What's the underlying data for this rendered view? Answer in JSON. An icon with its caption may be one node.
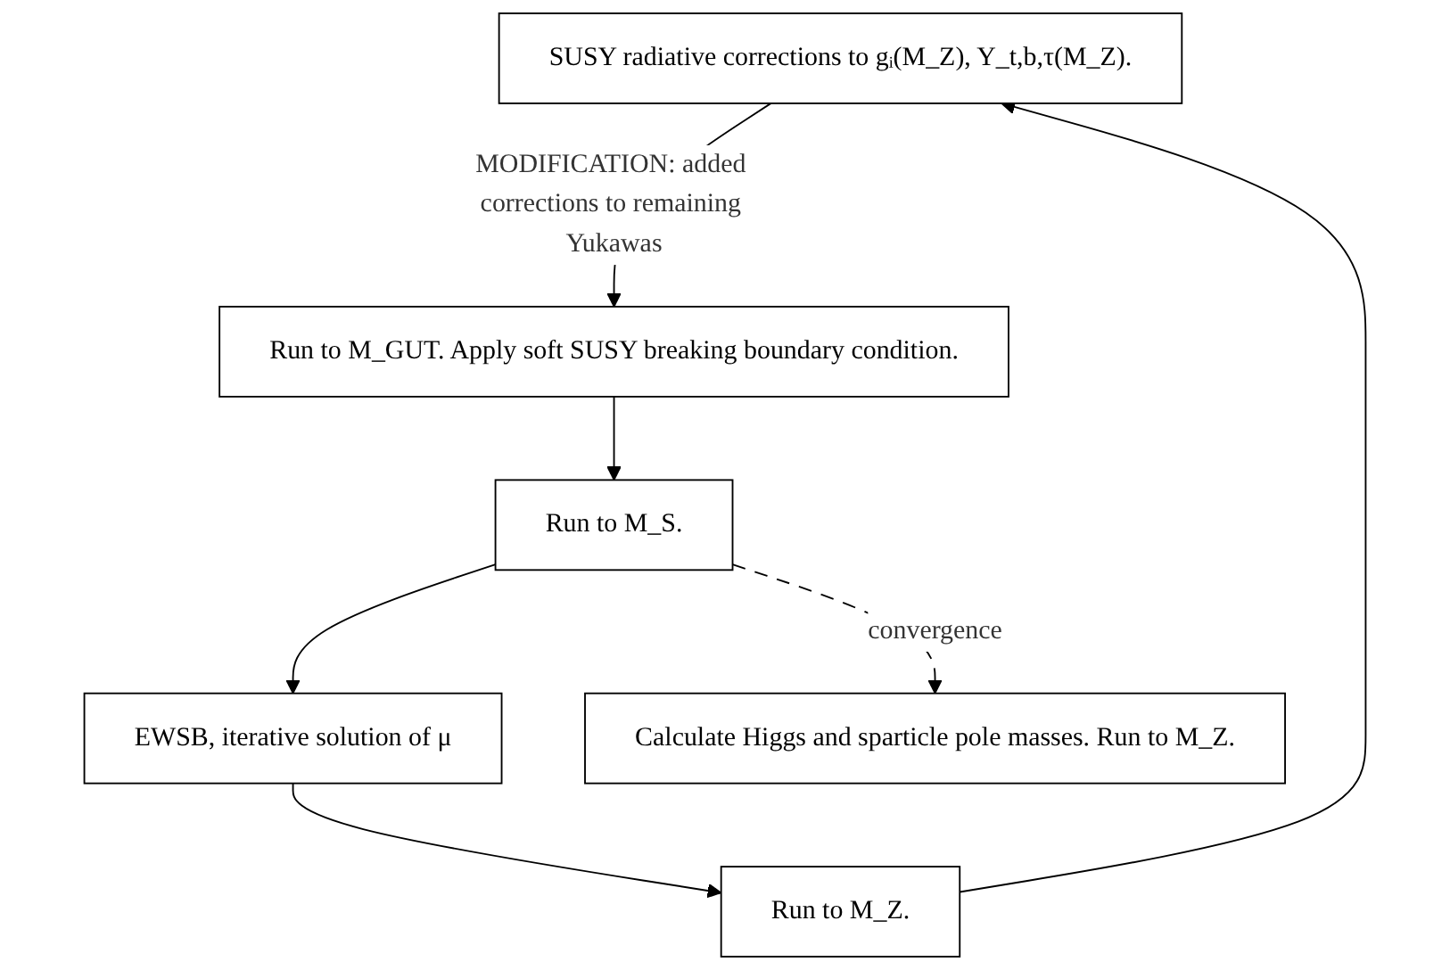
{
  "diagram": {
    "nodes": [
      {
        "text": [
          "SUSY radiative corrections to gᵢ(M_Z), Y_t,b,τ(M_Z)."
        ]
      },
      {
        "text": [
          "Run to M_GUT. Apply soft SUSY breaking boundary condition."
        ]
      },
      {
        "text": [
          "Run to M_S."
        ]
      },
      {
        "text": [
          "EWSB, iterative solution of μ"
        ]
      },
      {
        "text": [
          "Run to M_Z."
        ]
      },
      {
        "text": [
          "Calculate Higgs and sparticle pole masses. Run to M_Z."
        ]
      }
    ],
    "edges": [
      {
        "from": 0,
        "to": 1,
        "arrow": "to",
        "label": "MODIFICATION: added corrections to remaining Yukawas"
      },
      {
        "from": 1,
        "to": 2,
        "arrow": "to"
      },
      {
        "from": 2,
        "to": 3,
        "arrow": "to"
      },
      {
        "from": 3,
        "to": 4,
        "arrow": "to"
      },
      {
        "from": 4,
        "to": 0,
        "arrow": "to"
      },
      {
        "from": 2,
        "to": 5,
        "arrow": "to",
        "style": "dashed",
        "label": "convergence"
      }
    ]
  }
}
